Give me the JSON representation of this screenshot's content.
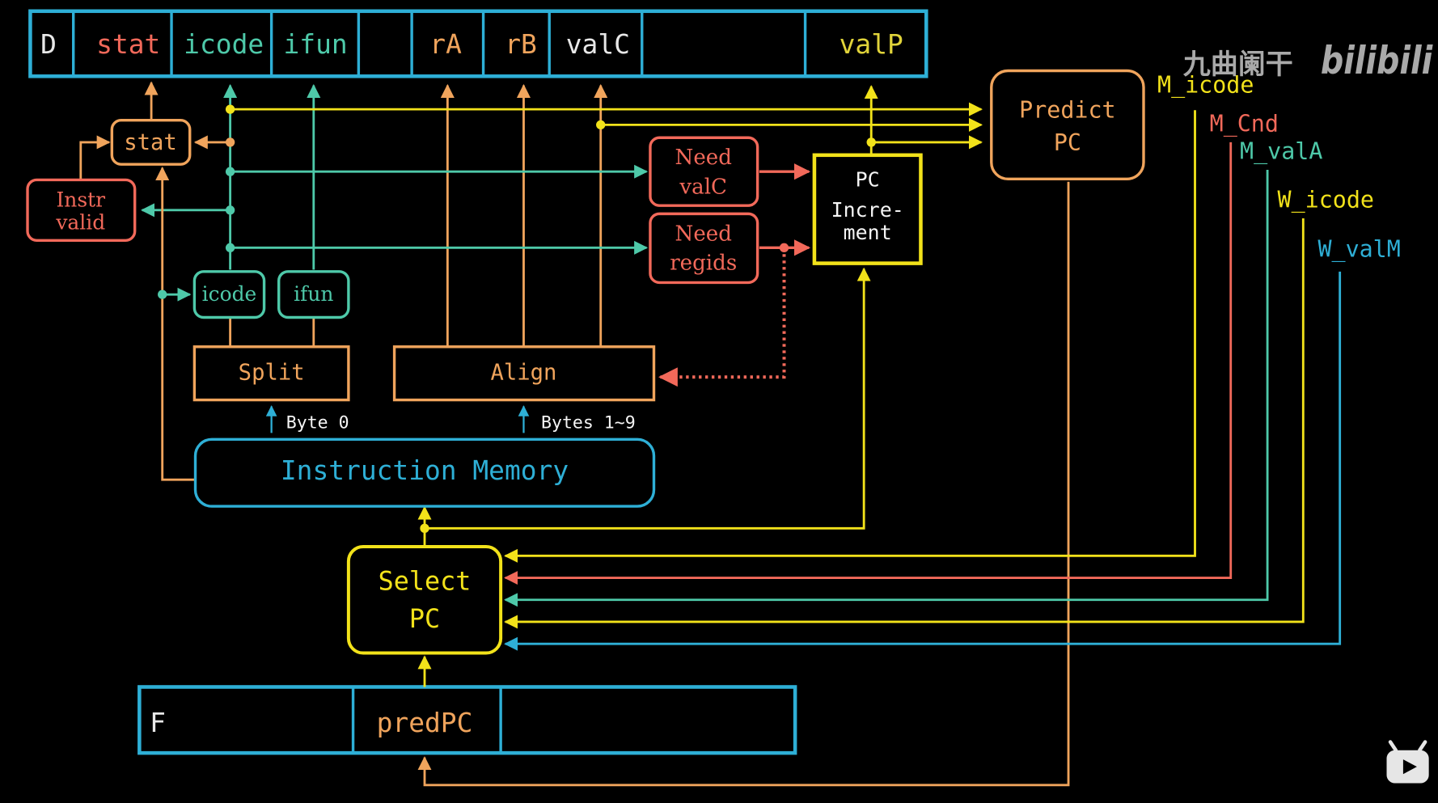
{
  "colors": {
    "background": "#000000",
    "blue": "#2eafd6",
    "orange": "#f0a45c",
    "red": "#f2695a",
    "teal": "#4ec9a9",
    "yellow": "#f2e21a",
    "black": "#000000"
  },
  "pipeline_register_d": {
    "fields": [
      "D",
      "stat",
      "icode",
      "ifun",
      "",
      "rA",
      "rB",
      "valC",
      "",
      "valP"
    ]
  },
  "pipeline_register_f": {
    "fields": [
      "F",
      "predPC",
      ""
    ]
  },
  "blocks": {
    "stat": "stat",
    "instr_valid_line1": "Instr",
    "instr_valid_line2": "valid",
    "icode": "icode",
    "ifun": "ifun",
    "split": "Split",
    "align": "Align",
    "need_valc_line1": "Need",
    "need_valc_line2": "valC",
    "need_regids_line1": "Need",
    "need_regids_line2": "regids",
    "pc_increment_line1": "PC",
    "pc_increment_line2": "Incre-",
    "pc_increment_line3": "ment",
    "predict_pc_line1": "Predict",
    "predict_pc_line2": "PC",
    "instruction_memory": "Instruction Memory",
    "select_pc_line1": "Select",
    "select_pc_line2": "PC"
  },
  "labels": {
    "byte0": "Byte 0",
    "bytes1_9": "Bytes 1~9"
  },
  "forward_signals": {
    "m_icode": "M_icode",
    "m_cnd": "M_Cnd",
    "m_vala": "M_valA",
    "w_icode": "W_icode",
    "w_valm": "W_valM"
  },
  "watermark": {
    "text": "九曲阑干",
    "logo": "bilibili"
  },
  "icons": [
    "bilibili-tv-icon"
  ]
}
